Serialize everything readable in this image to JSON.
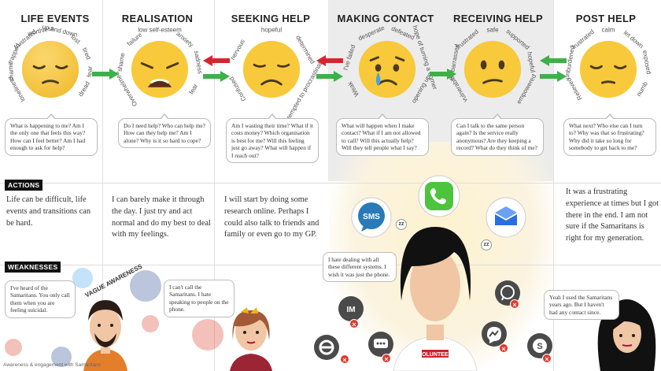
{
  "stages": [
    {
      "title": "LIFE EVENTS",
      "words": [
        "loneliness",
        "shame",
        "trapped",
        "frustrated",
        "worthless",
        "up and down",
        "lost",
        "tired",
        "fear",
        "dread"
      ],
      "question": "What is happening to me? Am I the only one that feels this way? How can I feel better? Am I had enough to ask for help?",
      "face": "sad-relieved-face-icon"
    },
    {
      "title": "REALISATION",
      "words": [
        "Overwhelmed",
        "shame",
        "failure",
        "low self-esteem",
        "anxiety",
        "sadness",
        "fear"
      ],
      "question": "Do I need help? Who can help me? How can they help me? Am I alone? Why is it so hard to cope?",
      "face": "weary-face-icon"
    },
    {
      "title": "SEEKING HELP",
      "words": [
        "Confused",
        "nervous",
        "hopeful",
        "determined",
        "tempted to procrastinate"
      ],
      "question": "Am I wasting their time? What if it costs money? Which organisation is best for me? Will this feeling just go away? What will happen if I reach out?",
      "face": "disappointed-face-icon"
    },
    {
      "title": "MAKING CONTACT",
      "words": [
        "Weak",
        "I've failed",
        "desperate",
        "defeated",
        "hope of turning a corner",
        "opening up"
      ],
      "question": "What will happen when I make contact? What if I am not allowed to call? Will this actually help? Will they tell people what I say?",
      "face": "crying-face-icon"
    },
    {
      "title": "RECEIVING HELP",
      "words": [
        "vulnerable",
        "embarrassed",
        "frustrated",
        "safe",
        "supported",
        "hopeful",
        "empowered"
      ],
      "question": "Can I talk to the same person again? Is the service really anonymous? Are they keeping a record? What do they think of me?",
      "face": "confused-face-icon"
    },
    {
      "title": "POST HELP",
      "words": [
        "Relieved",
        "unburdened",
        "frustrated",
        "calm",
        "let down",
        "exposed",
        "numb"
      ],
      "question": "What next? Who else can I turn to? Why was that so frustrating? Why did it take so long for somebody to get back to me?",
      "face": "relieved-face-icon"
    }
  ],
  "actions_label": "ACTIONS",
  "weaknesses_label": "WEAKNESSES",
  "actions": [
    "Life can be difficult, life events and transitions can be hard.",
    "I can barely make it through the day. I just try and act normal and do my best to deal with my feelings.",
    "I will start by doing some research online. Perhaps I could also talk to friends and family or even go to my GP.",
    "It was a frustrating experience at times but I got there in the end. I am not sure if the Samaritans is right for my generation."
  ],
  "vague_awareness": "VAGUE AWARENESS",
  "speech": {
    "man": "I've heard of the Samaritans. You only call them when you are feeling suicidal.",
    "woman": "I can't call the Samaritans. I hate speaking to people on the phone.",
    "volunteer": "I hate dealing with all these different systems. I wish it was just the phone.",
    "girl": "Yeah I used the Samaritans years ago. But I haven't had any contact since."
  },
  "channels": {
    "sms": "SMS",
    "phone": "phone-icon",
    "email": "email-icon",
    "im": "IM"
  },
  "volunteer_label": "VOLUNTEER",
  "footer": "Awareness & engagement with Samaritans",
  "colors": {
    "green": "#3eb049",
    "red": "#d4262e",
    "emoji": "#f8c93a",
    "shade": "#ececec"
  }
}
